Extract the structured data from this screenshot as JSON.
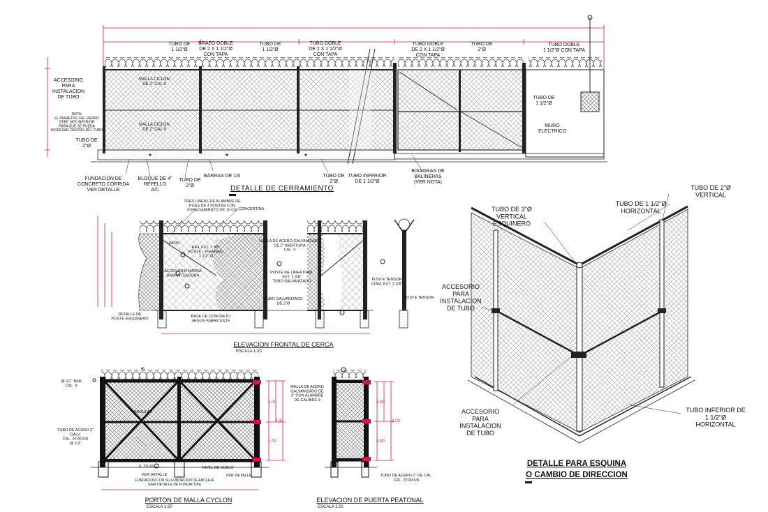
{
  "detalle_cerramiento": {
    "title": "DETALLE DE CERRAMIENTO",
    "labels": {
      "tubo_1": "TUBO DE\n1 1/2\"Ø",
      "brazo_doble": "BRAZO DOBLE\nDE 2 X 1 1/2\"Ø\nCON TAPA",
      "tubo_2": "TUBO DE\n1 1/2\"Ø",
      "tubo_doble_1": "TUBO DOBLE\nDE 2 X 1 1/2\"Ø\nCON TAPA",
      "tubo_doble_2": "TUBO DOBLE\nDE 2 X 1 1/2\"Ø\nCON TAPA",
      "tubo_3": "TUBO DE\n2\"Ø",
      "tubo_doble_3": "TUBO DOBLE\n1 1/2\"Ø CON TAPA",
      "accesorio": "ACCESORIO\nPARA\nINSTALACION\nDE TUBO",
      "nota": "NOTA:\nEL DIAMETRO DEL PERNO\nDEBE SER INFERIOR\nPARA QUE SE PUEDA\nINGRESAR DENTRO DEL TUBO",
      "tubo_de_2": "TUBO DE\n2\"Ø",
      "fundacion": "FUNDACION DE\nCONCRETO CORRIDA\nVER DETALLE",
      "bloque": "BLOQUE DE 4\"\nREPELLO\nA/C",
      "tubo_de_2b": "TUBO DE\n2\"Ø",
      "barras": "BARRAS DE 1/4",
      "tubo_de_2c": "TUBO DE\n2\"Ø",
      "tubo_inferior": "TUBO INFERIOR\nDE 1 1/2\"Ø",
      "bisagras": "BISAGRAS DE\nBALINERAS\n(VER NOTA)",
      "tubo_vertical": "TUBO DE\n1 1/2\"Ø",
      "muro": "MURO\nELECTRICO",
      "inner_a": "MALLA CICLON\nDE 2\" CAL 9",
      "inner_b": "MALLA CICLON\nDE 2\" CAL 9"
    }
  },
  "elevacion_frontal": {
    "title": "ELEVACION FRONTAL DE CERCA",
    "scale": "ESCALA 1:20",
    "labels": {
      "top_note": "TRES LINEAS DE ALAMBRE DE\nPUAS DE 4 PUNTAS CON\nESPACIAMIENTO DE 10 CM",
      "concertina": "CONCERTINA",
      "union": "UNION",
      "riel": "RIEL EXT. 1 3/8\"\nPOSTE / TERMINAL\n1 1/2\" Ø",
      "accesorio_barra": "ACCESORIO BARRA\nBARRA TENSORA",
      "malla": "MALLA DE ACERO GALVANIZADO\nDE 2\" ABERTURA\nCAL. 9",
      "poste_linea": "POSTE DE LINEA DIAM.\nEXT. 2 3/8\"\nTUBO GALVANIZADO",
      "tubo_galv": "TUBO GALVANIZADO\nDE 2\"Ø",
      "detalle_poste": "DETALLE DE\nPOSTE ESQUINERO",
      "base": "BASE DE CONCRETO\nSEGUN FABRICANTE",
      "poste_tensor": "POSTE TENSOR\nDIAM. EXT. 2 3/8\"",
      "poste_tensor_b": "POSTE TENSOR"
    }
  },
  "porton": {
    "title": "PORTON DE MALLA CYCLON",
    "scale": "ESCALA 1:20",
    "labels": {
      "top_left": "@ 1/2\" BAR\nCAL. 9",
      "tubo_acero": "TUBO DE ACERO 2\"\nGALV.\nCAL. 20 AGUA\n@ 1/2\"",
      "mid": "ANGULAR",
      "ver_detalle": "VER DETALLE",
      "nivel": "NIVEL DE SUELO",
      "ver_detalle_b": "VER DETALLE",
      "fundacion": "FUNDACION CON SU FUNDACION DE ANCLAJE\n(VER DETALLE DE FUNDACION)",
      "left_ann": "E. 70-16 ─",
      "top_ann": "AL",
      "dims": [
        "1.00",
        "2.00",
        "1.00"
      ]
    }
  },
  "puerta": {
    "title": "ELEVACION DE PUERTA PEATONAL",
    "scale": "ESCALA 1:20",
    "labels": {
      "malla": "MALLA DE ACERO\nGALVANIZADO DE\n2\" CON ALAMBRE\nDE CALIBRE 9",
      "tubo": "TUBO DE ACERO 2\" DE CAL.\nCAL. 20 AGUA",
      "dims": [
        "1.00",
        "2.00",
        "1.00"
      ]
    }
  },
  "esquina": {
    "title_1": "DETALLE PARA ESQUINA",
    "title_2": "O CAMBIO DE DIRECCION",
    "labels": {
      "tubo_2_vertical": "TUBO DE 2\"Ø\nVERTICAL",
      "tubo_horizontal": "TUBO DE 1 1/2\"Ø\nHORIZONTAL",
      "tubo_3_vertical": "TUBO DE 3\"Ø\nVERTICAL\nESQUINERO",
      "accesorio_left": "ACCESORIO\nPARA\nINSTALACION\nDE TUBO",
      "accesorio_bottom": "ACCESORIO\nPARA\nINSTALACION\nDE TUBO",
      "tubo_inferior": "TUBO INFERIOR DE\n1 1/2\"Ø\nHORIZONTAL"
    }
  }
}
